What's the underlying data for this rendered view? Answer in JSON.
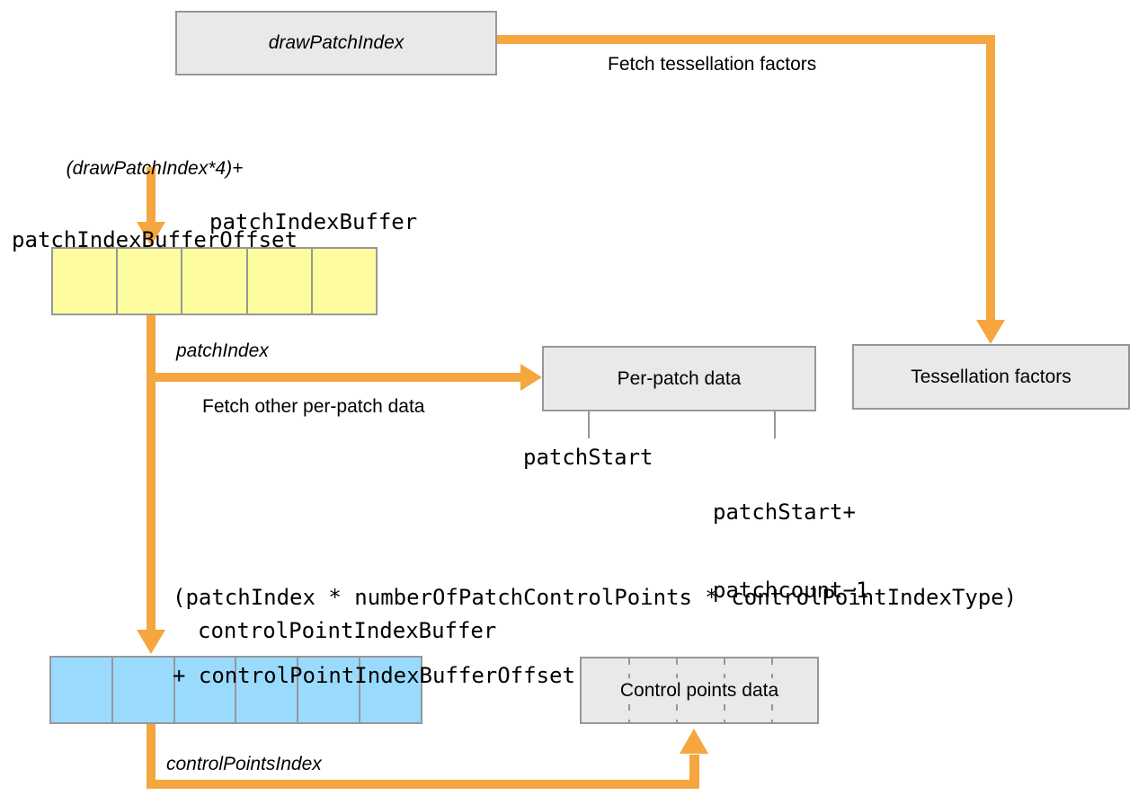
{
  "colors": {
    "arrow": "#F5A63F",
    "box_fill": "#E8EAE9",
    "border": "#97979B",
    "yellow": "#FDFC9E",
    "blue": "#9ADBFD"
  },
  "boxes": {
    "draw_patch_index": {
      "label": "drawPatchIndex"
    },
    "per_patch_data": {
      "label": "Per-patch data"
    },
    "tessellation_factors": {
      "label": "Tessellation factors"
    },
    "control_points_data": {
      "label": "Control points data"
    }
  },
  "buffers": {
    "patch_index_buffer": {
      "label": "patchIndexBuffer",
      "cells": 5
    },
    "control_point_index_buffer": {
      "label": "controlPointIndexBuffer",
      "cells": 6
    }
  },
  "labels": {
    "fetch_tessellation_factors": "Fetch tessellation factors",
    "draw_patch_offset_line1": "(drawPatchIndex*4)+",
    "draw_patch_offset_line2": "patchIndexBufferOffset",
    "patch_index": "patchIndex",
    "fetch_other_per_patch_data": "Fetch other per-patch data",
    "patch_start": "patchStart",
    "patch_start_plus_line1": "patchStart+",
    "patch_start_plus_line2": "patchcount−1",
    "control_point_formula_line1": "(patchIndex * numberOfPatchControlPoints * controlPointIndexType)",
    "control_point_formula_line2": "+ controlPointIndexBufferOffset",
    "control_points_index": "controlPointsIndex"
  }
}
